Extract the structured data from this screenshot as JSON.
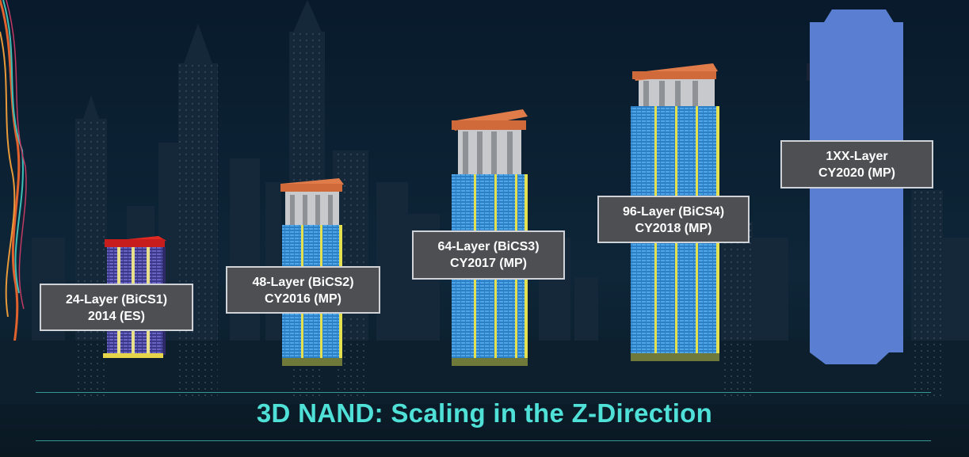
{
  "title": "3D NAND: Scaling in the Z-Direction",
  "colors": {
    "accent_title": "#4fe0d7",
    "label_bg": "#4d4f52",
    "stack_blue": "#2f86c8",
    "stack_cap": "#e07b4a",
    "bics1_cap": "#d41d1d",
    "future_block": "#5a7fd2"
  },
  "stacks": [
    {
      "label_line1": "24-Layer (BiCS1)",
      "label_line2": "2014 (ES)"
    },
    {
      "label_line1": "48-Layer (BiCS2)",
      "label_line2": "CY2016  (MP)"
    },
    {
      "label_line1": "64-Layer (BiCS3)",
      "label_line2": "CY2017  (MP)"
    },
    {
      "label_line1": "96-Layer (BiCS4)",
      "label_line2": "CY2018  (MP)"
    },
    {
      "label_line1": "1XX-Layer",
      "label_line2": "CY2020 (MP)"
    }
  ]
}
